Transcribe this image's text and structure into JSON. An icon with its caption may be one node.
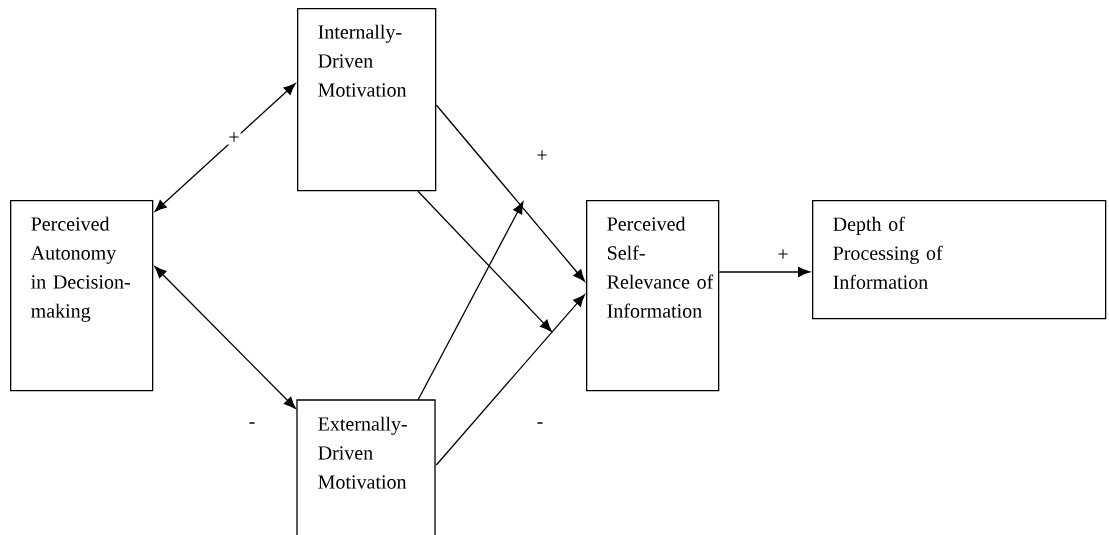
{
  "diagram": {
    "nodes": [
      {
        "text": [
          "Perceived Autonomy in Decision-making"
        ]
      },
      {
        "text": [
          "Internally-Driven Motivation"
        ]
      },
      {
        "text": [
          "Externally-Driven Motivation"
        ]
      },
      {
        "text": [
          "Perceived Self-Relevance of Information"
        ]
      },
      {
        "text": [
          "Depth of Processing of Information"
        ]
      }
    ],
    "edges": [
      {
        "from": 0,
        "to": 1,
        "arrow": "both",
        "label": "+"
      },
      {
        "from": 0,
        "to": 2,
        "arrow": "both",
        "label": "-"
      },
      {
        "from": 1,
        "to": 3,
        "arrow": "to",
        "label": "+"
      },
      {
        "from": 2,
        "to": null,
        "arrow": "to"
      },
      {
        "from": 1,
        "to": null,
        "arrow": "to"
      },
      {
        "from": 2,
        "to": 3,
        "arrow": "to",
        "label": "-"
      },
      {
        "from": 3,
        "to": 4,
        "arrow": "to",
        "label": "+"
      }
    ]
  }
}
